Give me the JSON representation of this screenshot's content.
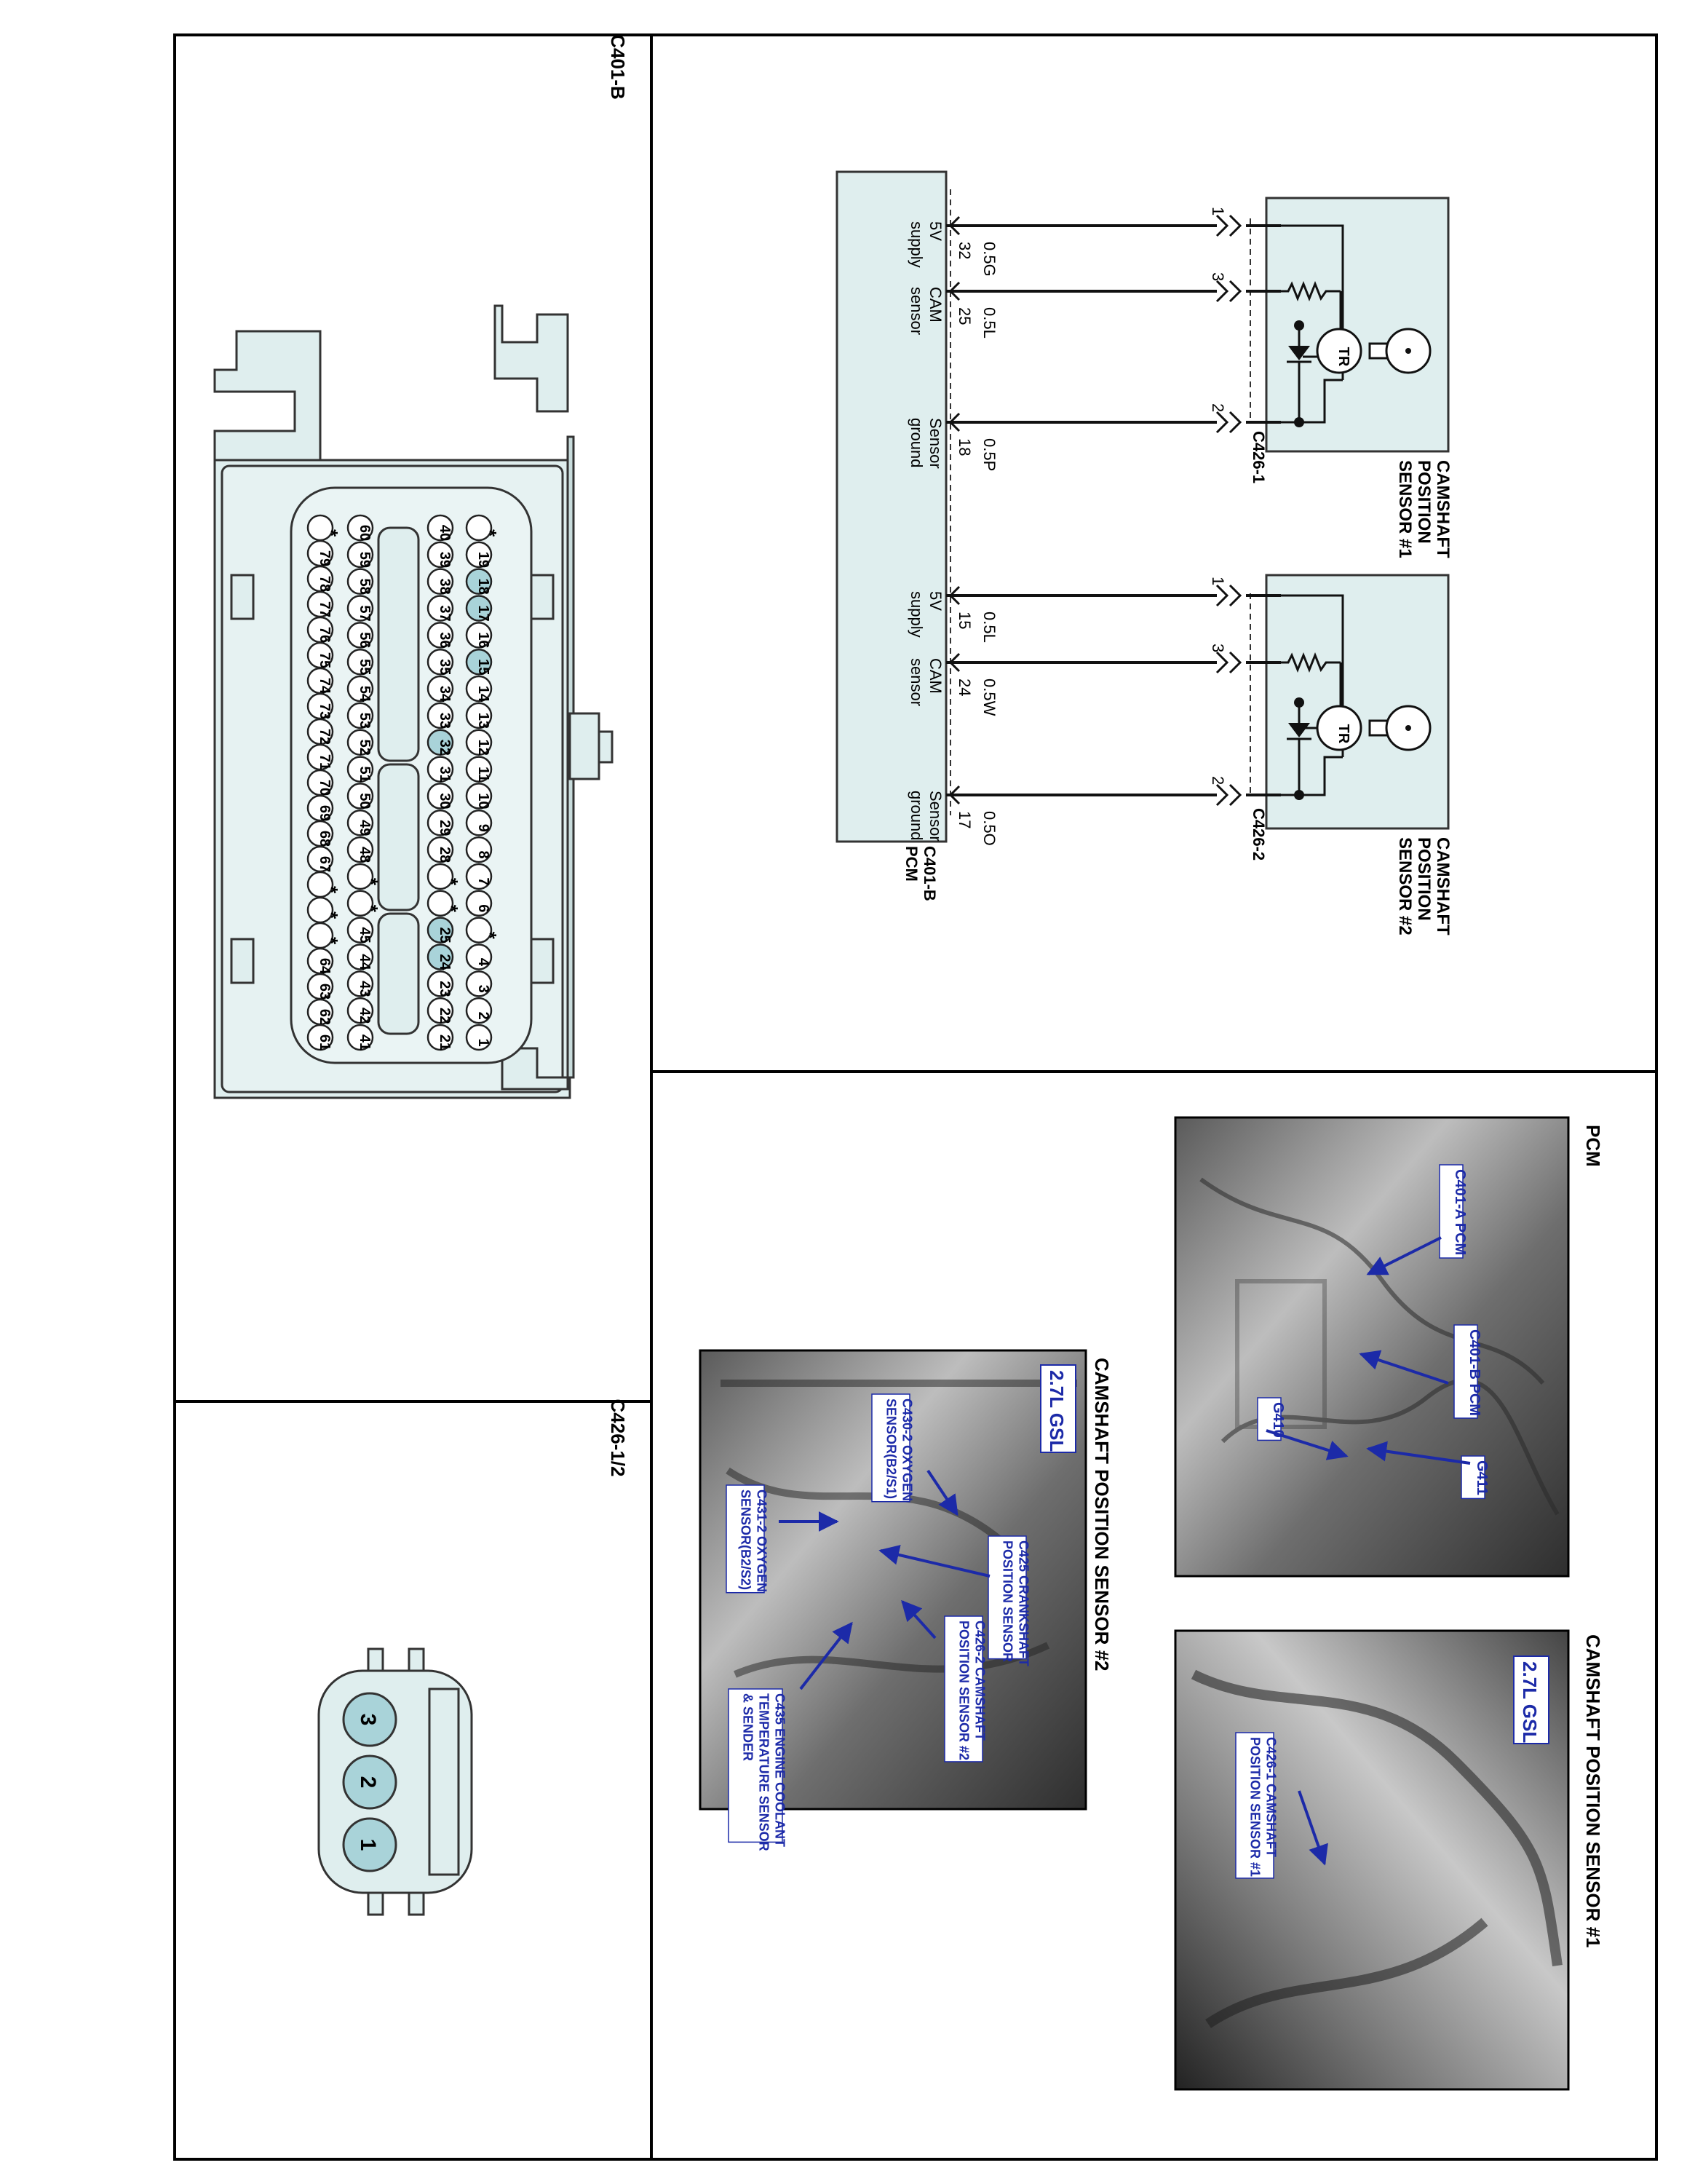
{
  "sheet": {
    "colors": {
      "frame": "#000000",
      "connector_fill": "#dfeeee",
      "pin_highlight": "#a9d3d9",
      "label_blue": "#1c2aa8"
    }
  },
  "c401b_panel": {
    "title": "C401-B"
  },
  "c426_panel": {
    "title": "C426-1/2",
    "pins": [
      "3",
      "2",
      "1"
    ]
  },
  "c401b_connector": {
    "row1": [
      "*",
      "19",
      "18",
      "17",
      "16",
      "15",
      "14",
      "13",
      "12",
      "11",
      "10",
      "9",
      "8",
      "7",
      "6",
      "*",
      "4",
      "3",
      "2",
      "1"
    ],
    "row2": [
      "40",
      "39",
      "38",
      "37",
      "36",
      "35",
      "34",
      "33",
      "32",
      "31",
      "30",
      "29",
      "28",
      "*",
      "*",
      "25",
      "24",
      "23",
      "22",
      "21"
    ],
    "row3": [
      "60",
      "59",
      "58",
      "57",
      "56",
      "55",
      "54",
      "53",
      "52",
      "51",
      "50",
      "49",
      "48",
      "*",
      "*",
      "45",
      "44",
      "43",
      "42",
      "41"
    ],
    "row4": [
      "*",
      "79",
      "78",
      "77",
      "76",
      "75",
      "74",
      "73",
      "72",
      "71",
      "70",
      "69",
      "68",
      "67",
      "*",
      "*",
      "*",
      "64",
      "63",
      "62",
      "61"
    ],
    "highlighted_pins": [
      "18",
      "17",
      "15",
      "32",
      "25",
      "24"
    ]
  },
  "schematic": {
    "pcm_label": "PCM",
    "pcm_connector": "C401-B",
    "sensor1": {
      "title": [
        "CAMSHAFT",
        "POSITION",
        "SENSOR  #1"
      ],
      "connector": "C426-1",
      "element": "TR",
      "wires": [
        {
          "color": "0.5G",
          "pcm_pin": "32",
          "sensor_pin": "1",
          "function": [
            "5V",
            "supply"
          ]
        },
        {
          "color": "0.5L",
          "pcm_pin": "25",
          "sensor_pin": "3",
          "function": [
            "CAM",
            "sensor"
          ]
        },
        {
          "color": "0.5P",
          "pcm_pin": "18",
          "sensor_pin": "2",
          "function": [
            "Sensor",
            "ground"
          ]
        }
      ]
    },
    "sensor2": {
      "title": [
        "CAMSHAFT",
        "POSITION",
        "SENSOR  #2"
      ],
      "connector": "C426-2",
      "element": "TR",
      "wires": [
        {
          "color": "0.5L",
          "pcm_pin": "15",
          "sensor_pin": "1",
          "function": [
            "5V",
            "supply"
          ]
        },
        {
          "color": "0.5W",
          "pcm_pin": "24",
          "sensor_pin": "3",
          "function": [
            "CAM",
            "sensor"
          ]
        },
        {
          "color": "0.5O",
          "pcm_pin": "17",
          "sensor_pin": "2",
          "function": [
            "Sensor",
            "ground"
          ]
        }
      ]
    }
  },
  "photos": {
    "pcm": {
      "title": "PCM",
      "callouts": [
        "C401-A PCM",
        "C401-B PCM",
        "G410",
        "G411"
      ]
    },
    "cmp1": {
      "title": "CAMSHAFT POSITION SENSOR #1",
      "badge": "2.7L GSL",
      "callouts": [
        "C426-1 CAMSHAFT\nPOSITION SENSOR #1"
      ]
    },
    "cmp2": {
      "title": "CAMSHAFT POSITION SENSOR #2",
      "badge": "2.7L GSL",
      "callouts": [
        "C430-2 OXYGEN\nSENSOR(B2/S1)",
        "C425 CRANKSHAFT\nPOSITION SENSOR",
        "C426-2 CAMSHAFT\nPOSITION SENSOR #2",
        "C431-2 OXYGEN\nSENSOR(B2/S2)",
        "C435 ENGINE COOLANT\nTEMPERATURE SENSOR\n& SENDER"
      ]
    }
  }
}
